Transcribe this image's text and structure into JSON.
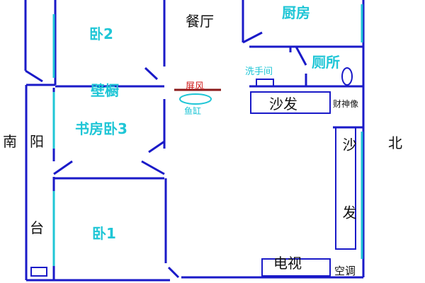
{
  "rooms": {
    "dining": "餐厅",
    "kitchen": "厨房",
    "bedroom2": "卧2",
    "wardrobe": "壁橱",
    "restroom": "厕所",
    "washroom": "洗手间",
    "study_bedroom3": "书房卧3",
    "bedroom1": "卧1"
  },
  "furniture": {
    "screen": "屏风",
    "fish_tank": "鱼缸",
    "sofa_top": "沙发",
    "wealth_god": "财神像",
    "sofa_right": "沙发",
    "tv": "电视",
    "aircon": "空调"
  },
  "directions": {
    "south": "南",
    "north": "北"
  },
  "balcony": {
    "yang": "阳",
    "tai": "台"
  },
  "colors": {
    "wall": "#1a1ac8",
    "accent": "#1fc6d6",
    "screen_line": "#8b1a1a",
    "label_red": "#d01818"
  }
}
